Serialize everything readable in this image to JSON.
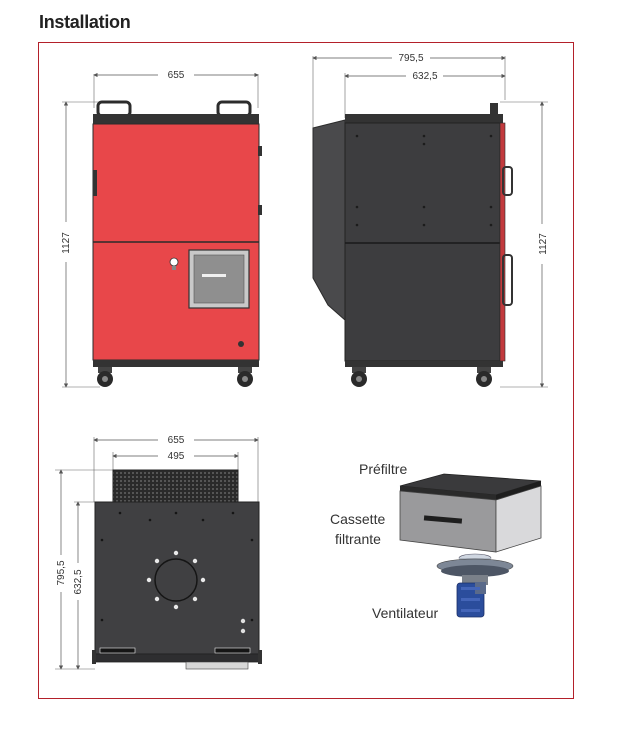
{
  "title": "Installation",
  "front_view": {
    "width_label": "655",
    "height_label": "1127"
  },
  "side_view": {
    "depth_total_label": "795,5",
    "depth_body_label": "632,5",
    "height_label": "1127"
  },
  "top_view": {
    "width_label": "655",
    "inner_width_label": "495",
    "depth_total_label": "795,5",
    "depth_body_label": "632,5"
  },
  "exploded_view": {
    "prefilter_label": "Préfiltre",
    "cassette_label_line1": "Cassette",
    "cassette_label_line2": "filtrante",
    "fan_label": "Ventilateur"
  },
  "colors": {
    "frame": "#b3202a",
    "cabinet_red": "#e8474a",
    "cabinet_dark": "#3d3d3f",
    "motor_blue": "#2b4d9c"
  }
}
